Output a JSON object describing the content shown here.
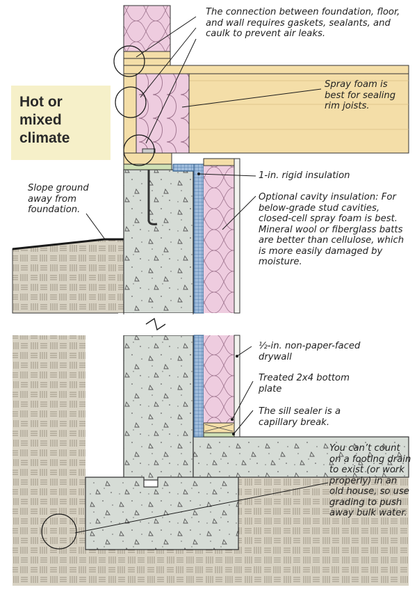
{
  "climate_label": "Hot or\nmixed\nclimate",
  "callouts": {
    "connection": "The connection between foundation, floor, and wall requires gaskets, sealants, and caulk to prevent air leaks.",
    "spray_foam": "Spray foam is best for sealing rim joists.",
    "rigid_insulation": "1-in. rigid insulation",
    "cavity_insulation": "Optional cavity insulation: For below-grade stud cavities, closed-cell spray foam is best. Mineral wool or fiberglass batts are better than cellulose, which is more easily damaged by moisture.",
    "slope_ground": "Slope ground away from foundation.",
    "drywall": "½-in. non-paper-faced drywall",
    "bottom_plate": "Treated 2x4 bottom plate",
    "sill_sealer": "The sill sealer is a capillary break.",
    "footing_drain": "You can’t count on a footing drain to exist (or work properly) in an old house, so use grading to push away bulk water."
  },
  "colors": {
    "concrete": "#d6dcd6",
    "soil": "#d9d3c4",
    "lumber": "#f4dea8",
    "fiberglass": "#eeccdf",
    "rigid_foam": "#9fbcdc",
    "sill_sealer": "#cfe0b5",
    "climate_box": "#f6f0c9"
  }
}
